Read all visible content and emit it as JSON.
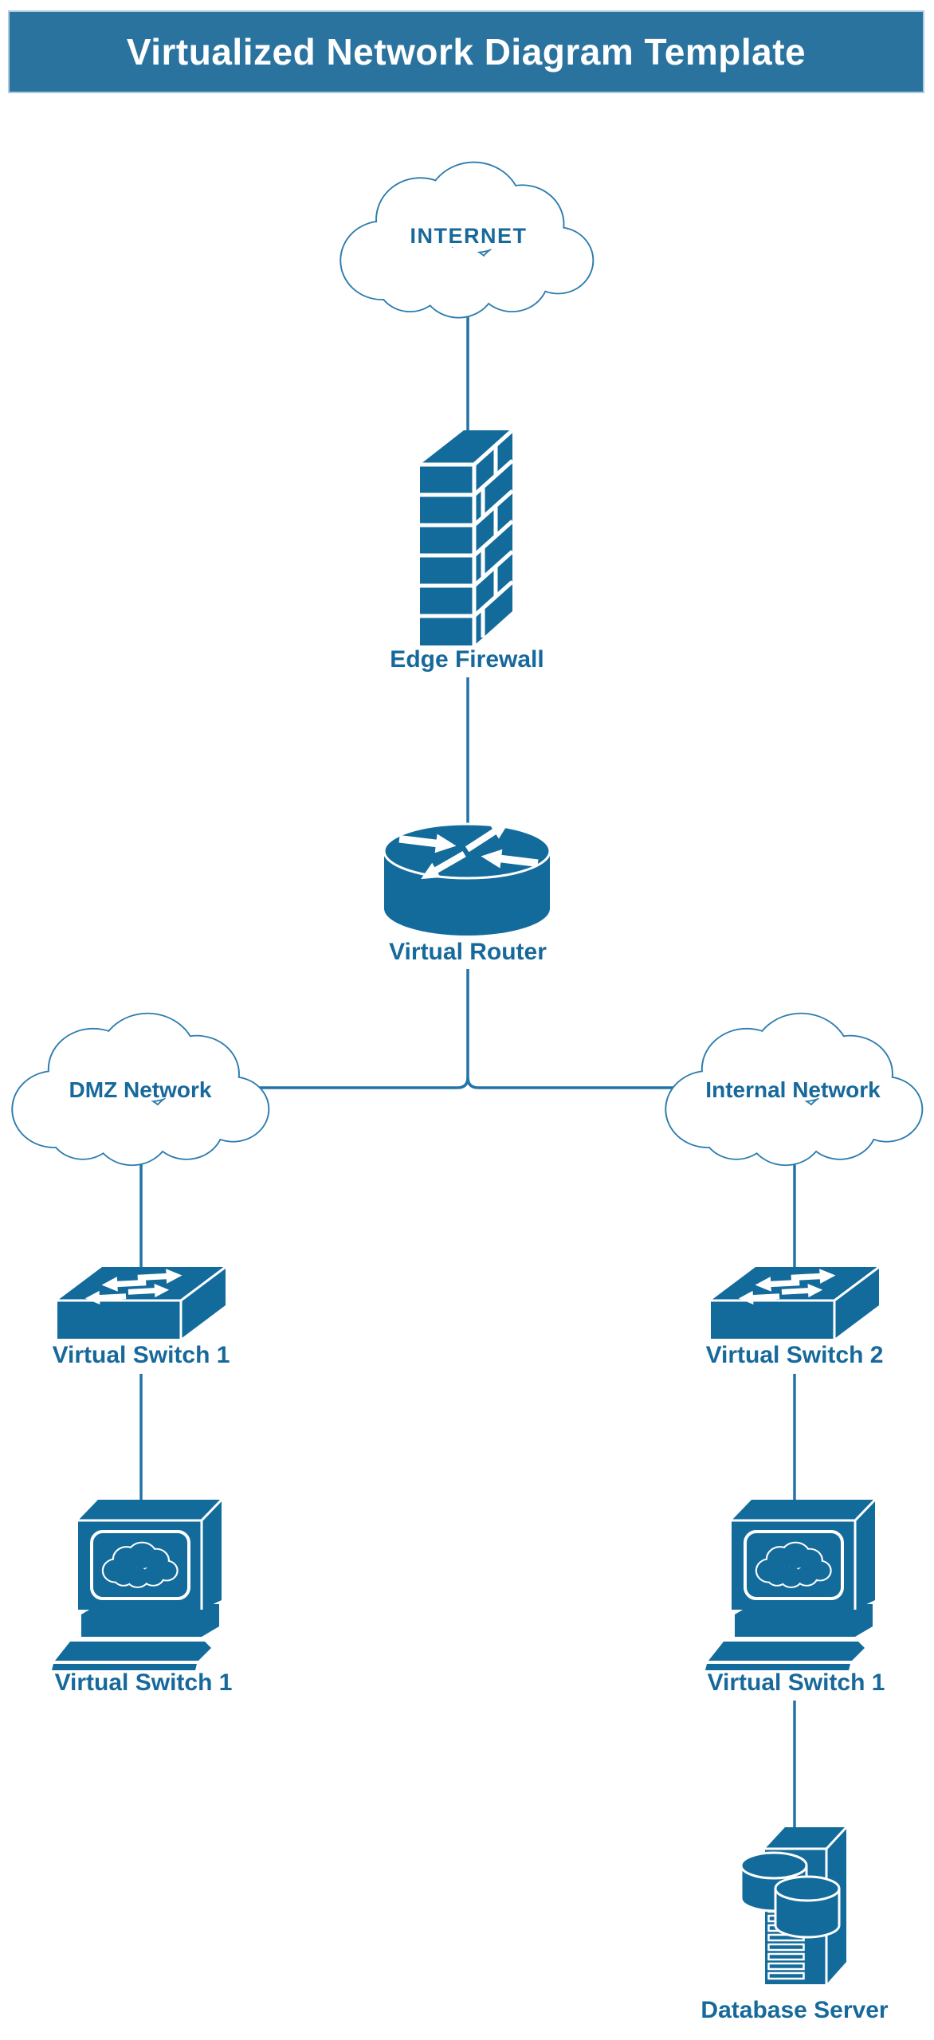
{
  "header": {
    "title": "Virtualized Network Diagram Template"
  },
  "colors": {
    "banner": "#2A739F",
    "bannerBorder": "#AECBE1",
    "title": "#FFFFFF",
    "icon": "#136B9B",
    "line": "#2273A6",
    "cloudStroke": "#2C7CAE",
    "label": "#17699B",
    "white": "#FFFFFF"
  },
  "nodes": {
    "internet": {
      "label": "INTERNET",
      "type": "cloud"
    },
    "edge_firewall": {
      "label": "Edge Firewall",
      "type": "firewall"
    },
    "virtual_router": {
      "label": "Virtual Router",
      "type": "router"
    },
    "dmz_network": {
      "label": "DMZ Network",
      "type": "cloud"
    },
    "internal_network": {
      "label": "Internal Network",
      "type": "cloud"
    },
    "virtual_switch_1": {
      "label": "Virtual Switch 1",
      "type": "switch"
    },
    "virtual_switch_2": {
      "label": "Virtual Switch 2",
      "type": "switch"
    },
    "dmz_host": {
      "label": "Virtual Switch 1",
      "type": "terminal"
    },
    "internal_host": {
      "label": "Virtual Switch 1",
      "type": "terminal"
    },
    "database_server": {
      "label": "Database Server",
      "type": "server"
    }
  },
  "connections": [
    {
      "from": "internet",
      "to": "edge_firewall"
    },
    {
      "from": "edge_firewall",
      "to": "virtual_router"
    },
    {
      "from": "virtual_router",
      "to": "dmz_network"
    },
    {
      "from": "virtual_router",
      "to": "internal_network"
    },
    {
      "from": "dmz_network",
      "to": "virtual_switch_1"
    },
    {
      "from": "internal_network",
      "to": "virtual_switch_2"
    },
    {
      "from": "virtual_switch_1",
      "to": "dmz_host"
    },
    {
      "from": "virtual_switch_2",
      "to": "internal_host"
    },
    {
      "from": "internal_host",
      "to": "database_server"
    }
  ]
}
